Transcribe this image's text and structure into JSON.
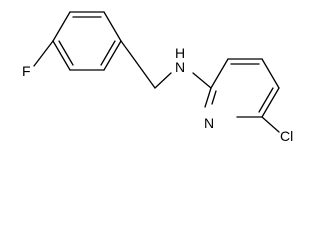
{
  "molecule": {
    "atoms": {
      "fluorine": "F",
      "amine_nitrogen": "N",
      "amine_hydrogen": "H",
      "pyridine_nitrogen": "N",
      "chlorine": "Cl"
    }
  }
}
